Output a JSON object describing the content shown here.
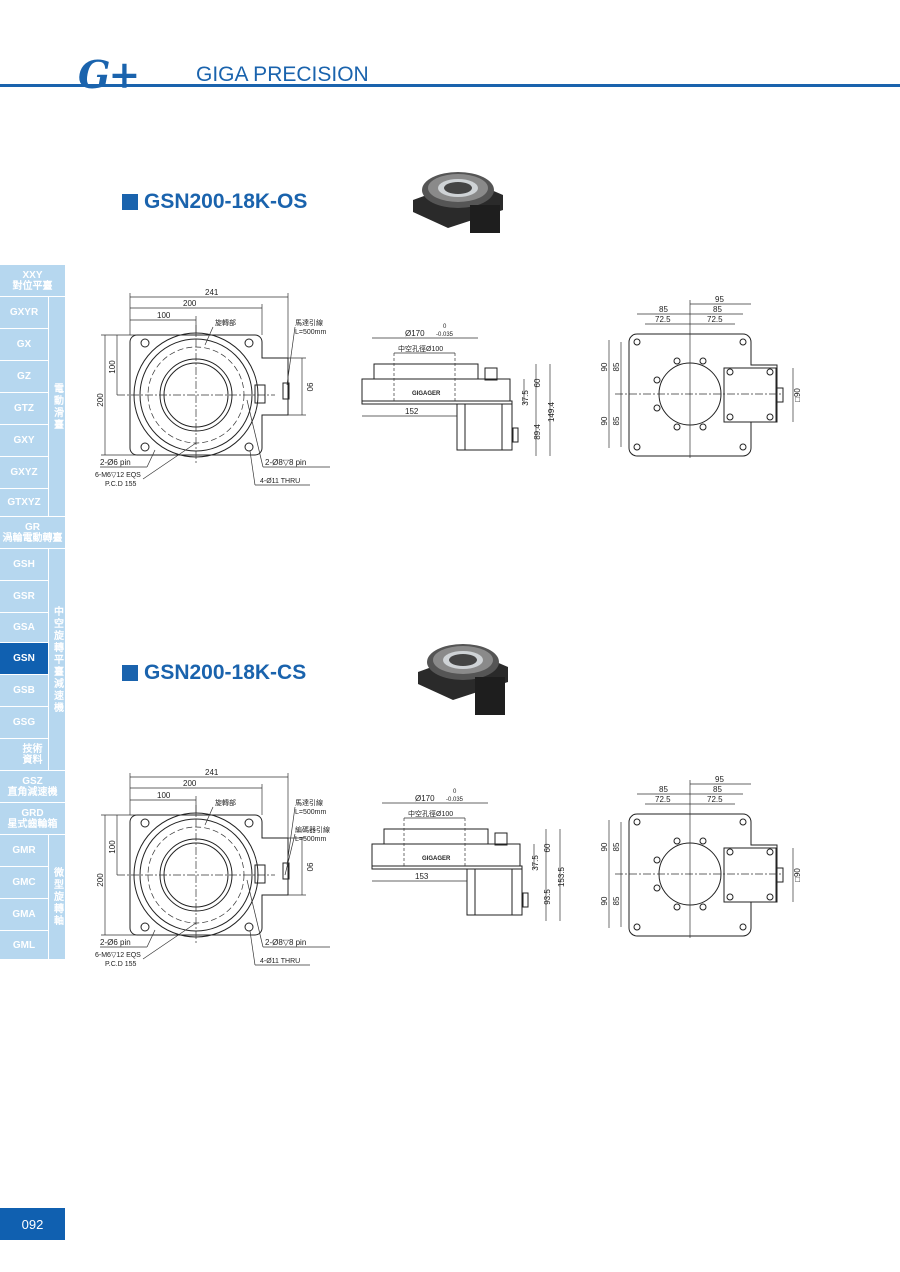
{
  "header": {
    "logo": "G+",
    "brand": "GIGA PRECISION"
  },
  "sidebar": {
    "items": [
      {
        "label": "XXY",
        "sub": "對位平臺"
      },
      {
        "label": "GXYR"
      },
      {
        "label": "GX"
      },
      {
        "label": "GZ"
      },
      {
        "label": "GTZ"
      },
      {
        "label": "GXY"
      },
      {
        "label": "GXYZ"
      },
      {
        "label": "GTXYZ"
      },
      {
        "label": "GR",
        "sub": "渦輪電動轉臺"
      },
      {
        "label": "GSH"
      },
      {
        "label": "GSR"
      },
      {
        "label": "GSA"
      },
      {
        "label": "GSN"
      },
      {
        "label": "GSB"
      },
      {
        "label": "GSG"
      },
      {
        "label": "技術",
        "sub": "資料"
      },
      {
        "label": "GSZ",
        "sub": "直角減速機"
      },
      {
        "label": "GRD",
        "sub": "星式齒輪箱"
      },
      {
        "label": "GMR"
      },
      {
        "label": "GMC"
      },
      {
        "label": "GMA"
      },
      {
        "label": "GML"
      }
    ],
    "groups": [
      "電動滑臺",
      "中空旋轉平臺減速機",
      "微型旋轉軸"
    ],
    "active": "GSN"
  },
  "sections": [
    {
      "title": "GSN200-18K-OS",
      "top": {
        "d241": "241",
        "d200": "200",
        "d100": "100",
        "v200": "200",
        "v100": "100",
        "v90": "90",
        "rot": "旋轉部",
        "lead1": "馬達引線",
        "lead1l": "L=500mm",
        "lead2": "",
        "lead2l": "",
        "pin6": "2-Ø6 pin",
        "m6": "6-M6▽12 EQS",
        "pcd": "P.C.D 155",
        "pin8": "2-Ø8▽8 pin",
        "thru": "4-Ø11 THRU"
      },
      "side": {
        "d170": "Ø170",
        "tol0": "0",
        "tol": "-0.035",
        "hole": "中空孔徑Ø100",
        "brand": "GIGAGER",
        "d152": "152",
        "d375": "37.5",
        "d60": "60",
        "dmotor": "89.4",
        "dtotal": "149.4"
      },
      "bottom": {
        "d95": "95",
        "d85a": "85",
        "d85b": "85",
        "d725a": "72.5",
        "d725b": "72.5",
        "v90a": "90",
        "v85a": "85",
        "v90b": "90",
        "v85b": "85",
        "sq90": "□90"
      }
    },
    {
      "title": "GSN200-18K-CS",
      "top": {
        "d241": "241",
        "d200": "200",
        "d100": "100",
        "v200": "200",
        "v100": "100",
        "v90": "90",
        "rot": "旋轉部",
        "lead1": "馬達引線",
        "lead1l": "L=500mm",
        "lead2": "編碼器引線",
        "lead2l": "L=500mm",
        "pin6": "2-Ø6 pin",
        "m6": "6-M6▽12 EQS",
        "pcd": "P.C.D 155",
        "pin8": "2-Ø8▽8 pin",
        "thru": "4-Ø11 THRU"
      },
      "side": {
        "d170": "Ø170",
        "tol0": "0",
        "tol": "-0.035",
        "hole": "中空孔徑Ø100",
        "brand": "GIGAGER",
        "d152": "153",
        "d375": "37.5",
        "d60": "60",
        "dmotor": "93.5",
        "dtotal": "153.5"
      },
      "bottom": {
        "d95": "95",
        "d85a": "85",
        "d85b": "85",
        "d725a": "72.5",
        "d725b": "72.5",
        "v90a": "90",
        "v85a": "85",
        "v90b": "90",
        "v85b": "85",
        "sq90": "□90"
      }
    }
  ],
  "page_number": "092",
  "colors": {
    "brand": "#1a63ad",
    "sidebar": "#b6d7ef",
    "active": "#1060b0"
  }
}
